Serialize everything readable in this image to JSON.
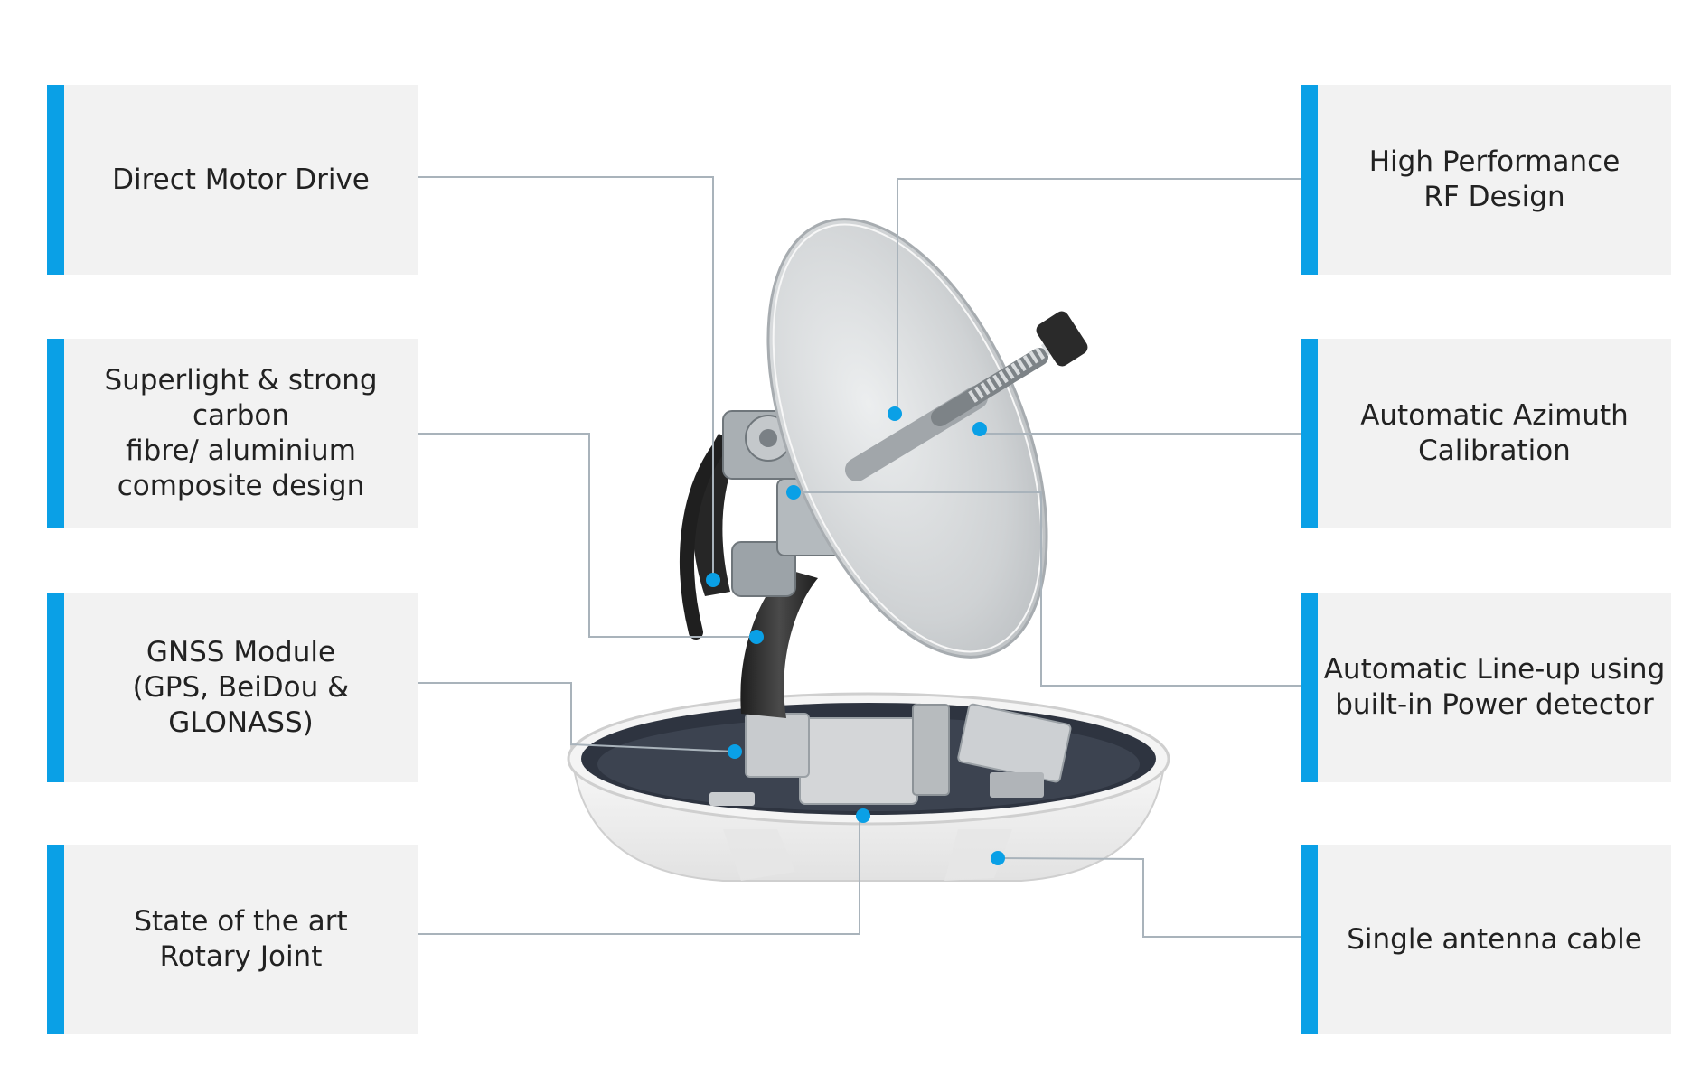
{
  "features": {
    "left": [
      {
        "label": "Direct Motor Drive"
      },
      {
        "label": "Superlight & strong carbon\nfibre/ aluminium\ncomposite design"
      },
      {
        "label": "GNSS Module\n(GPS, BeiDou & GLONASS)"
      },
      {
        "label": "State of the art\nRotary Joint"
      }
    ],
    "right": [
      {
        "label": "High Performance\nRF Design"
      },
      {
        "label": "Automatic Azimuth\nCalibration"
      },
      {
        "label": "Automatic Line-up using\nbuilt-in Power detector"
      },
      {
        "label": "Single antenna cable"
      }
    ]
  },
  "colors": {
    "accent": "#0aa0e6",
    "box_background": "#f2f2f2",
    "leader_line": "#a9b3bb",
    "dish_silver": "#d9dbdd",
    "radome_white": "#eeeeee",
    "carbon_arm": "#2b2b2b"
  },
  "image": {
    "subject": "satellite-antenna-dish"
  }
}
